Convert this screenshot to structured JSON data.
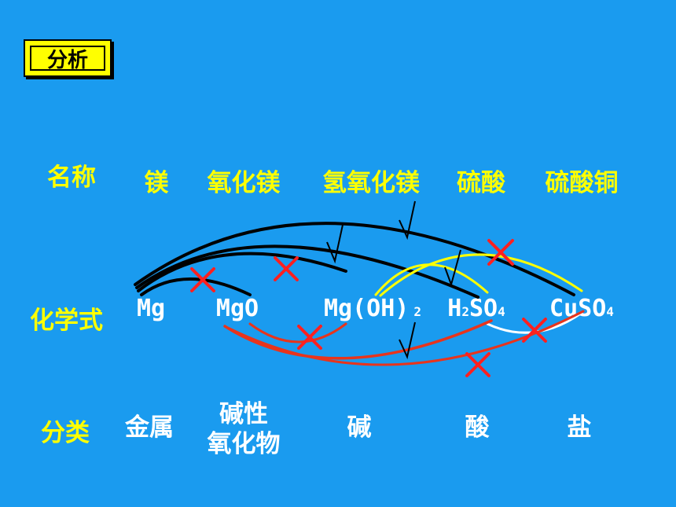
{
  "badge": "分析",
  "labels": {
    "name": "名称",
    "formula": "化学式",
    "category": "分类"
  },
  "names": [
    "镁",
    "氧化镁",
    "氢氧化镁",
    "硫酸",
    "硫酸铜"
  ],
  "formulas": [
    {
      "main": "Mg",
      "sub": "",
      "tail": ""
    },
    {
      "main": "MgO",
      "sub": "",
      "tail": ""
    },
    {
      "main": "Mg(OH)",
      "sub": "2",
      "tail": ""
    },
    {
      "main": "H",
      "sub": "2",
      "tail": "SO",
      "sub2": "4"
    },
    {
      "main": "CuSO",
      "sub": "4",
      "tail": ""
    }
  ],
  "categories": [
    {
      "line1": "金属",
      "line2": ""
    },
    {
      "line1": "碱性",
      "line2": "氧化物"
    },
    {
      "line1": "碱",
      "line2": ""
    },
    {
      "line1": "酸",
      "line2": ""
    },
    {
      "line1": "盐",
      "line2": ""
    }
  ],
  "marks": {
    "check": "√",
    "cross": "✕"
  },
  "colors": {
    "background": "#1a9bef",
    "yellow": "#ffff00",
    "black": "#000000",
    "red": "#e8341c",
    "white": "#ffffff",
    "cross": "#ff2020"
  }
}
